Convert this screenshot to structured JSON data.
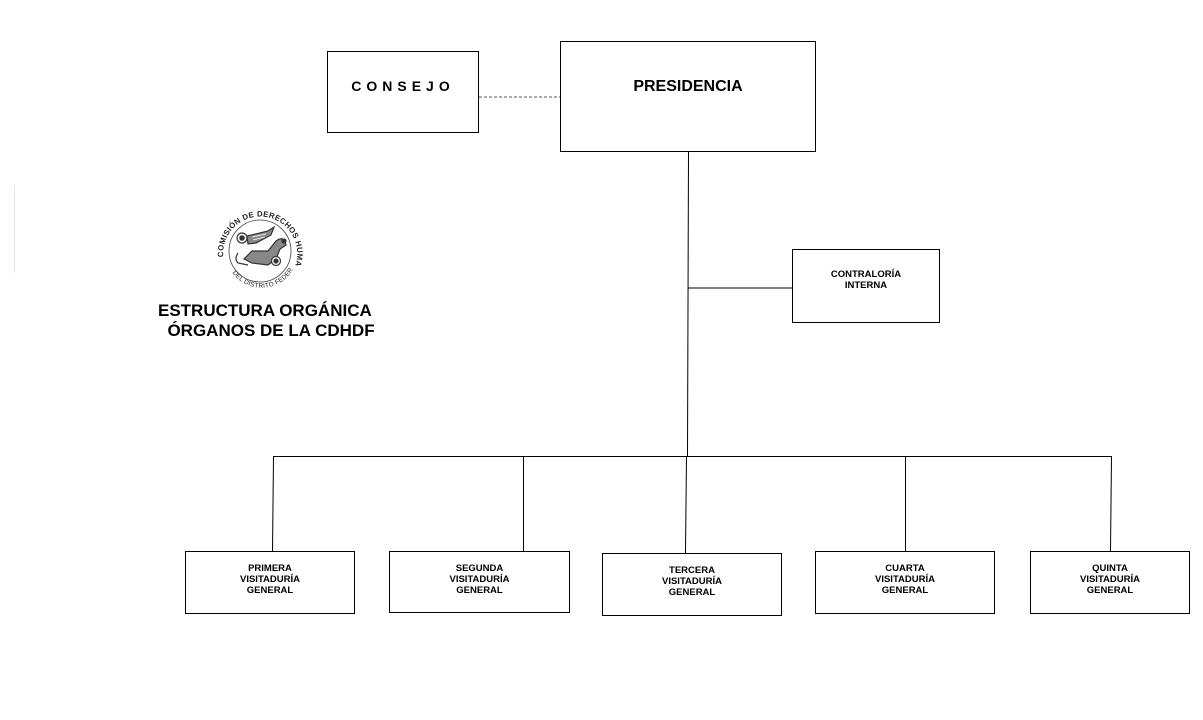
{
  "org_chart": {
    "title": "ESTRUCTURA ORGÁNICA\n  ÓRGANOS DE LA CDHDF",
    "seal": {
      "text_top": "COMISIÓN DE DERECHOS HUMANOS",
      "text_bottom": "DEL DISTRITO FEDERAL"
    },
    "consejo": "CONSEJO",
    "presidencia": "PRESIDENCIA",
    "contraloria": "CONTRALORÍA\nINTERNA",
    "visitadurias": [
      "PRIMERA\nVISITADURÍA\nGENERAL",
      "SEGUNDA\nVISITADURÍA\nGENERAL",
      "TERCERA\nVISITADURÍA\nGENERAL",
      "CUARTA\nVISITADURÍA\nGENERAL",
      "QUINTA\nVISITADURÍA\nGENERAL"
    ]
  }
}
